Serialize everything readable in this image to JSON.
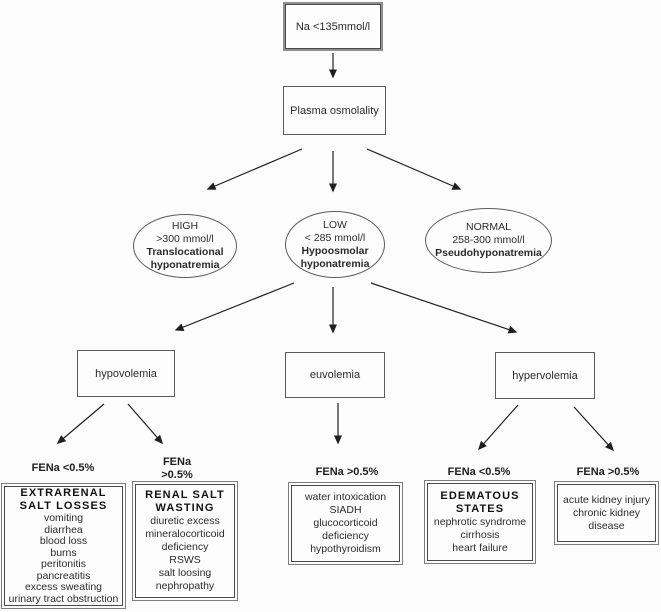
{
  "accent_colors": {
    "line": "#222222",
    "border_dark": "#4a4a4a",
    "border_gray": "#8f8f8f",
    "background": "#fcfcfc"
  },
  "nodes": {
    "root": {
      "label": "Na <135mmol/l"
    },
    "plasma": {
      "label": "Plasma osmolality"
    },
    "high": {
      "level": "HIGH",
      "range": ">300 mmol/l",
      "diagnosis": "Translocational hyponatremia"
    },
    "low": {
      "level": "LOW",
      "range": "< 285 mmol/l",
      "diagnosis": "Hypoosmolar hyponatremia"
    },
    "normal": {
      "level": "NORMAL",
      "range": "258-300 mmol/l",
      "diagnosis": "Pseudohyponatremia"
    },
    "hypovolemia": {
      "label": "hypovolemia"
    },
    "euvolemia": {
      "label": "euvolemia"
    },
    "hypervolemia": {
      "label": "hypervolemia"
    }
  },
  "fena_labels": {
    "hypovolemia_low": "FENa <0.5%",
    "hypovolemia_high": "FENa >0.5%",
    "euvolemia_high": "FENa >0.5%",
    "hypervolemia_low": "FENa <0.5%",
    "hypervolemia_high": "FENa >0.5%"
  },
  "leaves": {
    "extrarenal": {
      "title": "EXTRARENAL SALT LOSSES",
      "items": [
        "vomiting",
        "diarrhea",
        "blood loss",
        "burns",
        "peritonitis",
        "pancreatitis",
        "excess sweating",
        "urinary tract obstruction"
      ]
    },
    "renal": {
      "title": "RENAL SALT WASTING",
      "items": [
        "diuretic excess",
        "mineralocorticoid deficiency",
        "RSWS",
        "salt loosing nephropathy"
      ]
    },
    "euvolemic_causes": {
      "items": [
        "water intoxication",
        "SIADH",
        "glucocorticoid deficiency",
        "hypothyroidism"
      ]
    },
    "edematous": {
      "title": "EDEMATOUS STATES",
      "items": [
        "nephrotic syndrome",
        "cirrhosis",
        "heart failure"
      ]
    },
    "kidney_injury": {
      "items": [
        "acute kidney injury",
        "chronic kidney disease"
      ]
    }
  }
}
